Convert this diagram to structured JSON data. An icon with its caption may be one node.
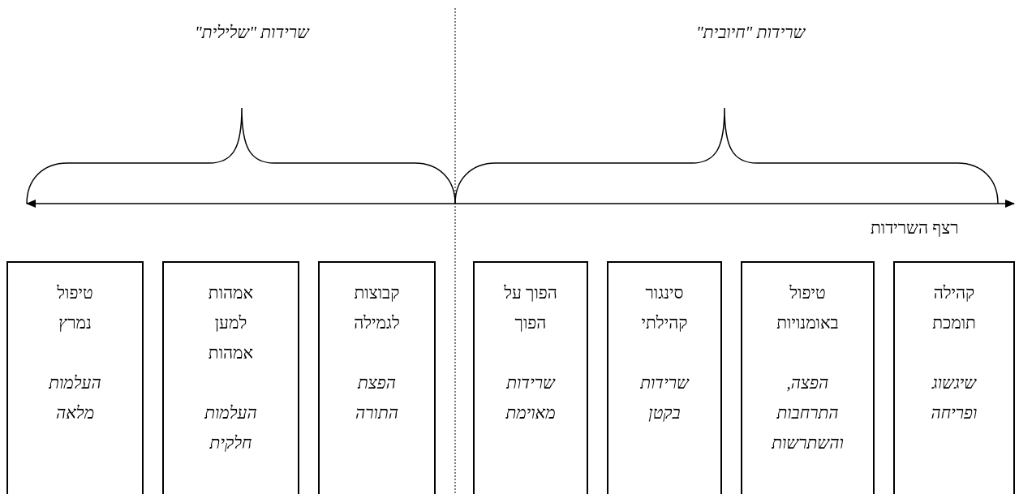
{
  "diagram": {
    "nodes": [
      {
        "text": [
          "קהילה תומכת",
          "שיגשוג ופריחה"
        ]
      },
      {
        "text": [
          "טיפול באומנויות",
          "הפצה, התרחבות והשתרשות"
        ]
      },
      {
        "text": [
          "סינגור קהילתי",
          "שרידות בקטן"
        ]
      },
      {
        "text": [
          "הפוך על הפוך",
          "שרידות מאוימת"
        ]
      },
      {
        "text": [
          "קבוצות לגמילה",
          "הפצת התורה"
        ]
      },
      {
        "text": [
          "אמהות למען אמהות",
          "העלמות חלקית"
        ]
      },
      {
        "text": [
          "טיפול נמרץ",
          "העלמות מלאה"
        ]
      }
    ],
    "labels": [
      "שרידות \"חיובית\"",
      "שרידות \"שלילית\"",
      "רצף השרידות"
    ]
  }
}
